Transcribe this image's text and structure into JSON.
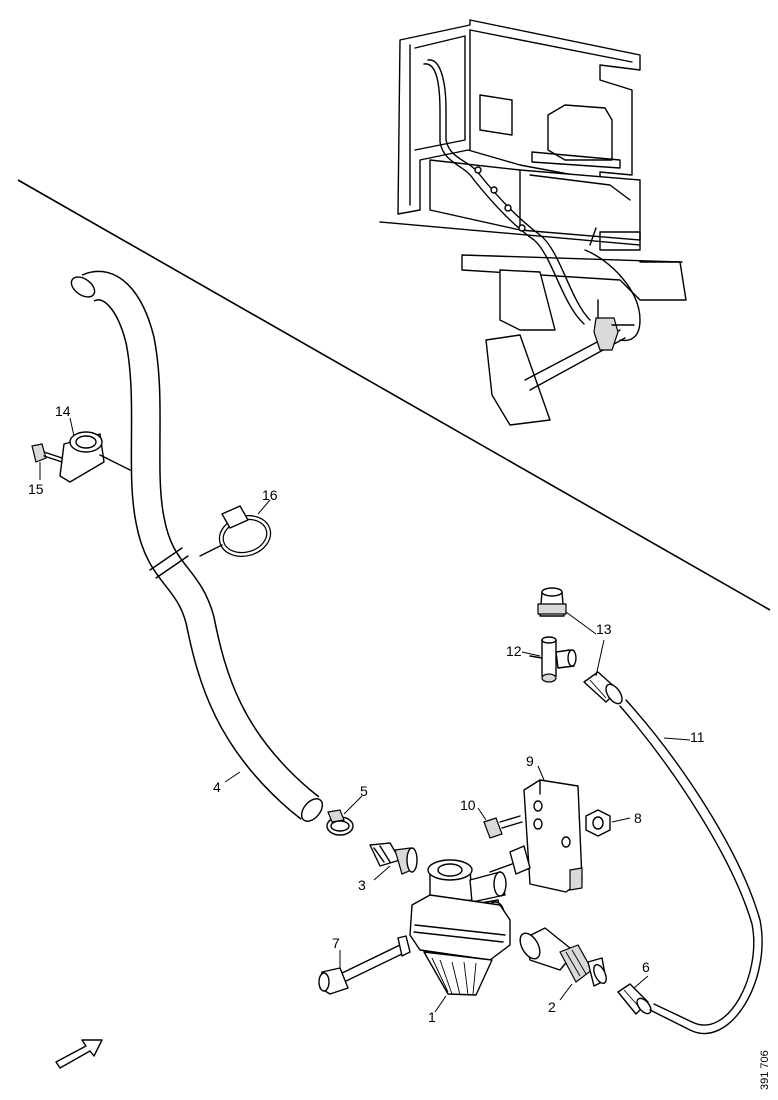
{
  "callouts": [
    {
      "id": "1",
      "label": "1"
    },
    {
      "id": "2",
      "label": "2"
    },
    {
      "id": "3",
      "label": "3"
    },
    {
      "id": "4",
      "label": "4"
    },
    {
      "id": "5",
      "label": "5"
    },
    {
      "id": "6",
      "label": "6"
    },
    {
      "id": "7",
      "label": "7"
    },
    {
      "id": "8",
      "label": "8"
    },
    {
      "id": "9",
      "label": "9"
    },
    {
      "id": "10",
      "label": "10"
    },
    {
      "id": "11",
      "label": "11"
    },
    {
      "id": "12",
      "label": "12"
    },
    {
      "id": "13",
      "label": "13"
    },
    {
      "id": "14",
      "label": "14"
    },
    {
      "id": "15",
      "label": "15"
    },
    {
      "id": "16",
      "label": "16"
    }
  ],
  "figure_ref": "391 706",
  "icons": {
    "direction_arrow": "arrow-up-right-icon"
  }
}
